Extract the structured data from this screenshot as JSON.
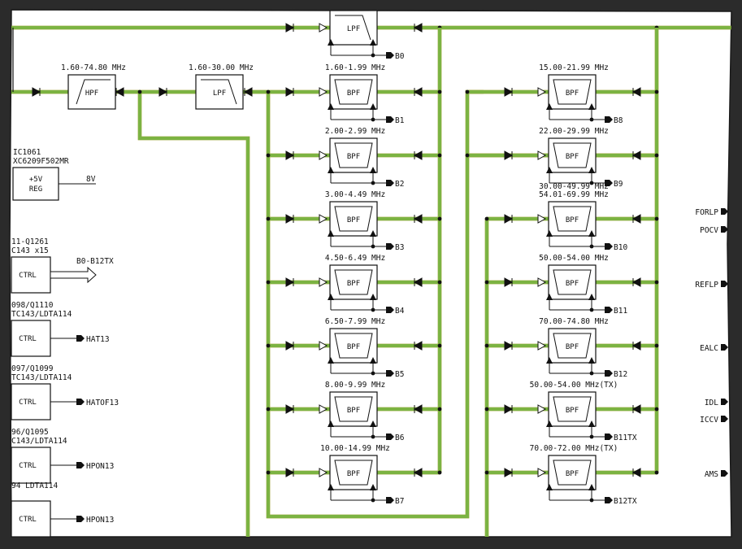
{
  "colors": {
    "green": "#7cb342",
    "orange": "#e8892f",
    "ink": "#111111"
  },
  "top_chain": [
    {
      "type": "HPF",
      "freq": "1.60-74.80 MHz"
    },
    {
      "type": "LPF",
      "freq": "1.60-30.00 MHz"
    },
    {
      "type": "LPF",
      "freq": "",
      "select": "B0"
    }
  ],
  "left_bank": [
    {
      "type": "BPF",
      "freq": "1.60-1.99 MHz",
      "select": "B1"
    },
    {
      "type": "BPF",
      "freq": "2.00-2.99 MHz",
      "select": "B2"
    },
    {
      "type": "BPF",
      "freq": "3.00-4.49 MHz",
      "select": "B3"
    },
    {
      "type": "BPF",
      "freq": "4.50-6.49 MHz",
      "select": "B4"
    },
    {
      "type": "BPF",
      "freq": "6.50-7.99 MHz",
      "select": "B5"
    },
    {
      "type": "BPF",
      "freq": "8.00-9.99 MHz",
      "select": "B6"
    },
    {
      "type": "BPF",
      "freq": "10.00-14.99 MHz",
      "select": "B7"
    }
  ],
  "right_bank": [
    {
      "type": "BPF",
      "freq": "15.00-21.99 MHz",
      "select": "B8"
    },
    {
      "type": "BPF",
      "freq": "22.00-29.99 MHz",
      "select": "B9"
    },
    {
      "type": "BPF",
      "freq": "54.01-69.99 MHz",
      "freq2": "30.00-49.99 MHz",
      "select": "B10"
    },
    {
      "type": "BPF",
      "freq": "50.00-54.00 MHz",
      "select": "B11"
    },
    {
      "type": "BPF",
      "freq": "70.00-74.80 MHz",
      "select": "B12"
    },
    {
      "type": "BPF",
      "freq": "50.00-54.00 MHz(TX)",
      "select": "B11TX"
    },
    {
      "type": "BPF",
      "freq": "70.00-72.00 MHz(TX)",
      "select": "B12TX"
    }
  ],
  "regulator": {
    "ic_line1": "IC1061",
    "ic_line2": "XC6209F502MR",
    "label_line1": "+5V",
    "label_line2": "REG",
    "output": "8V"
  },
  "controllers": [
    {
      "ref1": "11-Q1261",
      "ref2": "C143 x15",
      "label": "CTRL",
      "output": "B0-B12TX"
    },
    {
      "ref1": "098/Q1110",
      "ref2": "TC143/LDTA114",
      "label": "CTRL",
      "output": "HAT13"
    },
    {
      "ref1": "097/Q1099",
      "ref2": "TC143/LDTA114",
      "label": "CTRL",
      "output": "HATOF13"
    },
    {
      "ref1": "96/Q1095",
      "ref2": "C143/LDTA114",
      "label": "CTRL",
      "output": "HPON13"
    },
    {
      "ref1": "94 LDTA114",
      "ref2": "",
      "label": "CTRL",
      "output": "HPON13"
    }
  ],
  "right_signals": [
    "FORLP",
    "POCV",
    "REFLP",
    "EALC",
    "IDL",
    "ICCV",
    "AMS"
  ]
}
